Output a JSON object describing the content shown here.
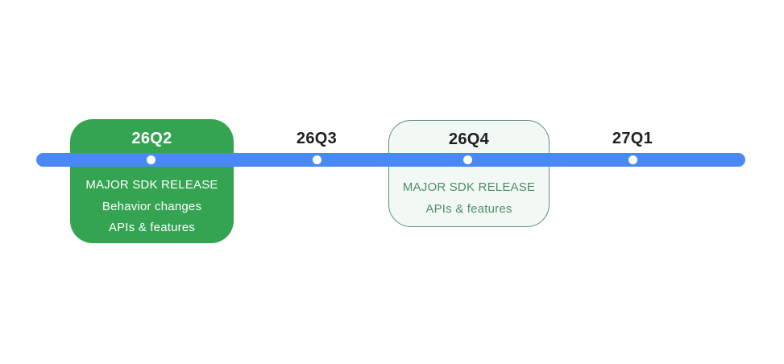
{
  "timeline": {
    "milestones": [
      {
        "id": "26q2",
        "label": "26Q2",
        "style": "filled-card",
        "lines": [
          "MAJOR SDK RELEASE",
          "Behavior changes",
          "APIs & features"
        ]
      },
      {
        "id": "26q3",
        "label": "26Q3",
        "style": "tick",
        "lines": []
      },
      {
        "id": "26q4",
        "label": "26Q4",
        "style": "outlined-card",
        "lines": [
          "MAJOR SDK RELEASE",
          "APIs & features"
        ]
      },
      {
        "id": "27q1",
        "label": "27Q1",
        "style": "tick",
        "lines": []
      }
    ]
  },
  "colors": {
    "timeline_bar": "#4a89f4",
    "milestone_dot": "#ffffff",
    "filled_card_background": "#34a452",
    "filled_card_text": "#ffffff",
    "outlined_card_background": "#f2f8f3",
    "outlined_card_border": "#5f917a",
    "outlined_card_text": "#4d8d6c",
    "quarter_label_text": "#1f1f1f"
  }
}
